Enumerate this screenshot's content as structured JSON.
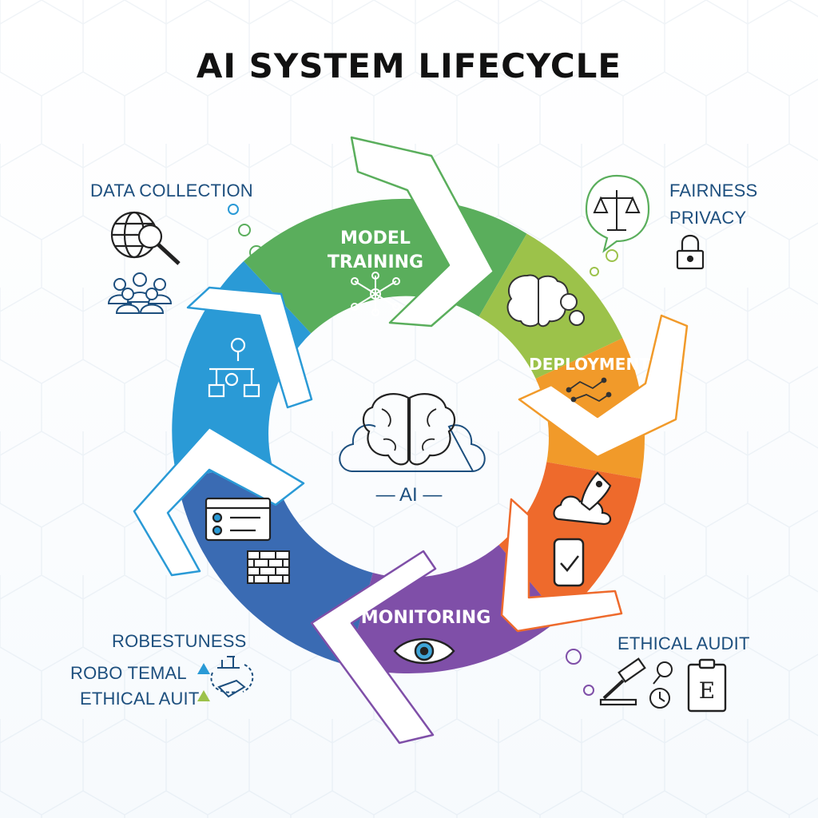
{
  "title": "AI SYSTEM LIFECYCLE",
  "stages": {
    "model_training": [
      "MODEL",
      "TRAINING"
    ],
    "deployment": "DEPLOYMENT",
    "monitoring": "MONITORING"
  },
  "center": {
    "label": "— AI —"
  },
  "side_labels": {
    "data_collection": "DATA COLLECTION",
    "fairness": "FAIRNESS",
    "privacy": "PRIVACY",
    "robustness": "ROBESTUNESS",
    "robo_temal": "ROBO TEMAL",
    "ethical_auit": "ETHICAL AUIT",
    "ethical_audit": "ETHICAL AUDIT"
  },
  "colors": {
    "green": "#5aae5c",
    "lime": "#9cc24a",
    "orange": "#f19a2a",
    "red_orange": "#ee6a2c",
    "purple": "#7f4fa8",
    "blue": "#3a6bb3",
    "cyan": "#2a9ad6",
    "text_blue": "#1d4f7e"
  },
  "icons": [
    "globe-search-icon",
    "people-group-icon",
    "neural-network-icon",
    "brain-gears-icon",
    "circuit-icon",
    "brain-cloud-icon",
    "rocket-cloud-icon",
    "mobile-check-icon",
    "eye-icon",
    "browser-window-icon",
    "brick-wall-icon",
    "flowchart-icon",
    "scales-icon",
    "lock-icon",
    "gavel-icon",
    "clock-icon",
    "clipboard-icon",
    "triangle-icon"
  ]
}
